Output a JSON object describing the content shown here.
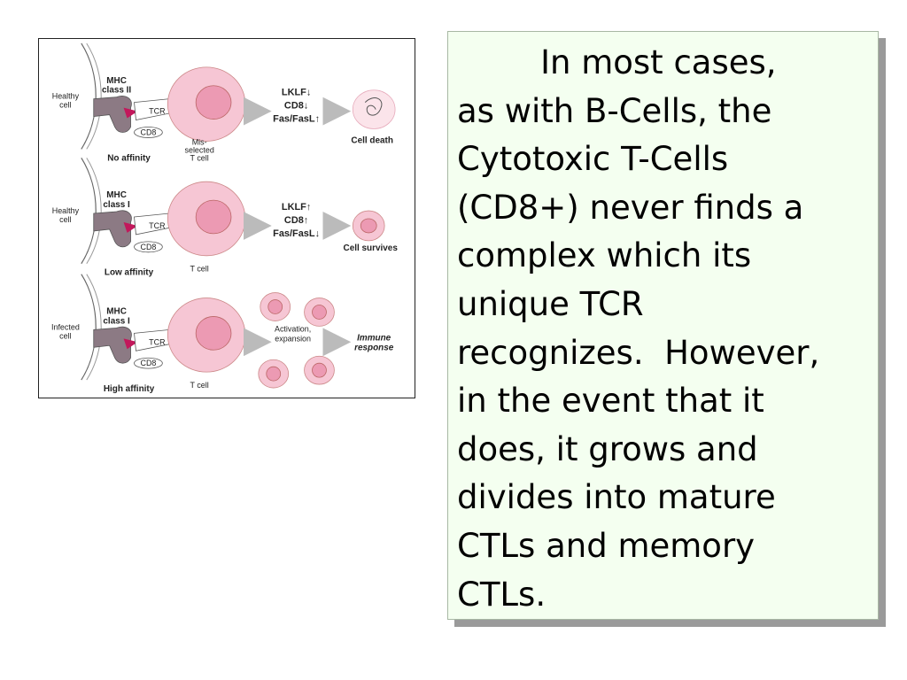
{
  "figure": {
    "panels": [
      {
        "left_cell": "Healthy\ncell",
        "mhc": "MHC\nclass II",
        "tcr": "TCR",
        "cd8": "CD8",
        "affinity": "No affinity",
        "tcell": "Mis-\nselected\nT cell",
        "markers": [
          "LKLF↓",
          "CD8↓",
          "Fas/FasL↑"
        ],
        "outcome": "Cell death"
      },
      {
        "left_cell": "Healthy\ncell",
        "mhc": "MHC\nclass I",
        "tcr": "TCR",
        "cd8": "CD8",
        "affinity": "Low affinity",
        "tcell": "T cell",
        "markers": [
          "LKLF↑",
          "CD8↑",
          "Fas/FasL↓"
        ],
        "outcome": "Cell survives"
      },
      {
        "left_cell": "Infected\ncell",
        "mhc": "MHC\nclass I",
        "tcr": "TCR",
        "cd8": "CD8",
        "affinity": "High affinity",
        "tcell": "T cell",
        "markers": [
          "Activation,",
          "expansion"
        ],
        "outcome": "Immune\nresponse"
      }
    ]
  },
  "textbox": {
    "text": "In most cases, as with B-Cells, the Cytotoxic T-Cells (CD8+) never finds a complex which its unique TCR recognizes.  However, in the event that it does, it grows and divides into mature CTLs and memory CTLs.",
    "lines": [
      "        In most cases,",
      "as with B-Cells, the",
      "Cytotoxic T-Cells",
      "(CD8+) never finds a",
      "complex which its",
      "unique TCR",
      "recognizes.  However,",
      "in the event that it",
      "does, it grows and",
      "divides into mature",
      "CTLs and memory",
      "CTLs."
    ]
  },
  "colors": {
    "textbox_bg": "#f4fff0",
    "shadow": "#9a9a9a",
    "cell_pink": "#f6c6d4",
    "nucleus_pink": "#ec9ab3",
    "mhc_magenta": "#c2185b"
  }
}
